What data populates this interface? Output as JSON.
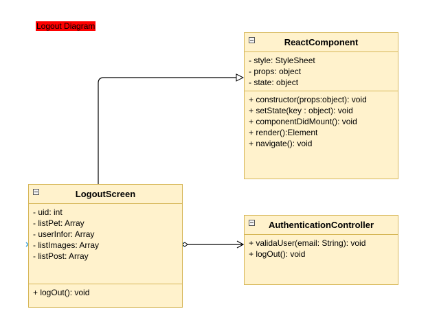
{
  "diagram": {
    "title": "Logout Diagram",
    "classes": {
      "react_component": {
        "name": "ReactComponent",
        "attributes": [
          "- style: StyleSheet",
          "- props: object",
          "- state: object"
        ],
        "methods": [
          "+ constructor(props:object): void",
          "+ setState(key : object): void",
          "+ componentDidMount(): void",
          "+ render():Element",
          "+ navigate(): void"
        ]
      },
      "logout_screen": {
        "name": "LogoutScreen",
        "attributes": [
          "- uid: int",
          "- listPet: Array",
          "- userInfor: Array",
          "- listImages: Array",
          "- listPost: Array"
        ],
        "methods": [
          "+ logOut(): void"
        ]
      },
      "authentication_controller": {
        "name": "AuthenticationController",
        "methods": [
          "+ validaUser(email: String): void",
          "+ logOut(): void"
        ]
      }
    },
    "relations": [
      {
        "from": "LogoutScreen",
        "to": "ReactComponent",
        "type": "generalization"
      },
      {
        "from": "LogoutScreen",
        "to": "AuthenticationController",
        "type": "aggregation"
      }
    ],
    "colors": {
      "class_fill": "#fff2cc",
      "class_border": "#d6b656",
      "title_fill": "#ff0000",
      "edge": "#000000"
    }
  }
}
